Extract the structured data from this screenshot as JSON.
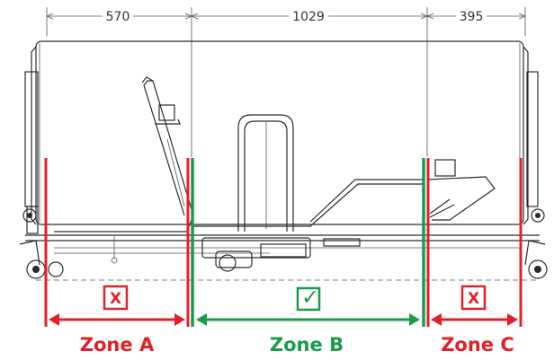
{
  "dimensions": {
    "zone_a_width": "570",
    "zone_b_width": "1029",
    "zone_c_width": "395"
  },
  "zones": [
    {
      "label": "Zone A",
      "status": "not-allowed",
      "mark": "X",
      "color": "#e3202a"
    },
    {
      "label": "Zone B",
      "status": "allowed",
      "mark": "✓",
      "color": "#1a9b4b"
    },
    {
      "label": "Zone C",
      "status": "not-allowed",
      "mark": "X",
      "color": "#e3202a"
    }
  ],
  "colors": {
    "red": "#e3202a",
    "green": "#1a9b4b",
    "drawing": "#2b2b2b"
  },
  "icons": {
    "not_allowed": "cross-box-icon",
    "allowed": "check-box-icon"
  }
}
